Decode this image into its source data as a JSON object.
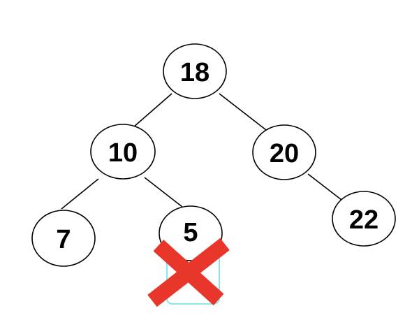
{
  "tree": {
    "nodes": [
      {
        "id": "n18",
        "label": "18"
      },
      {
        "id": "n10",
        "label": "10"
      },
      {
        "id": "n20",
        "label": "20"
      },
      {
        "id": "n7",
        "label": "7"
      },
      {
        "id": "n5",
        "label": "5"
      },
      {
        "id": "n22",
        "label": "22"
      }
    ],
    "edges": [
      {
        "from": "n18",
        "to": "n10"
      },
      {
        "from": "n18",
        "to": "n20"
      },
      {
        "from": "n10",
        "to": "n7"
      },
      {
        "from": "n10",
        "to": "n5"
      },
      {
        "from": "n20",
        "to": "n22"
      }
    ],
    "deleted_node": "n5",
    "colors": {
      "stroke": "#000000",
      "fill": "#ffffff",
      "cross": "#e8372a",
      "highlight": "#7fe3ea"
    }
  }
}
